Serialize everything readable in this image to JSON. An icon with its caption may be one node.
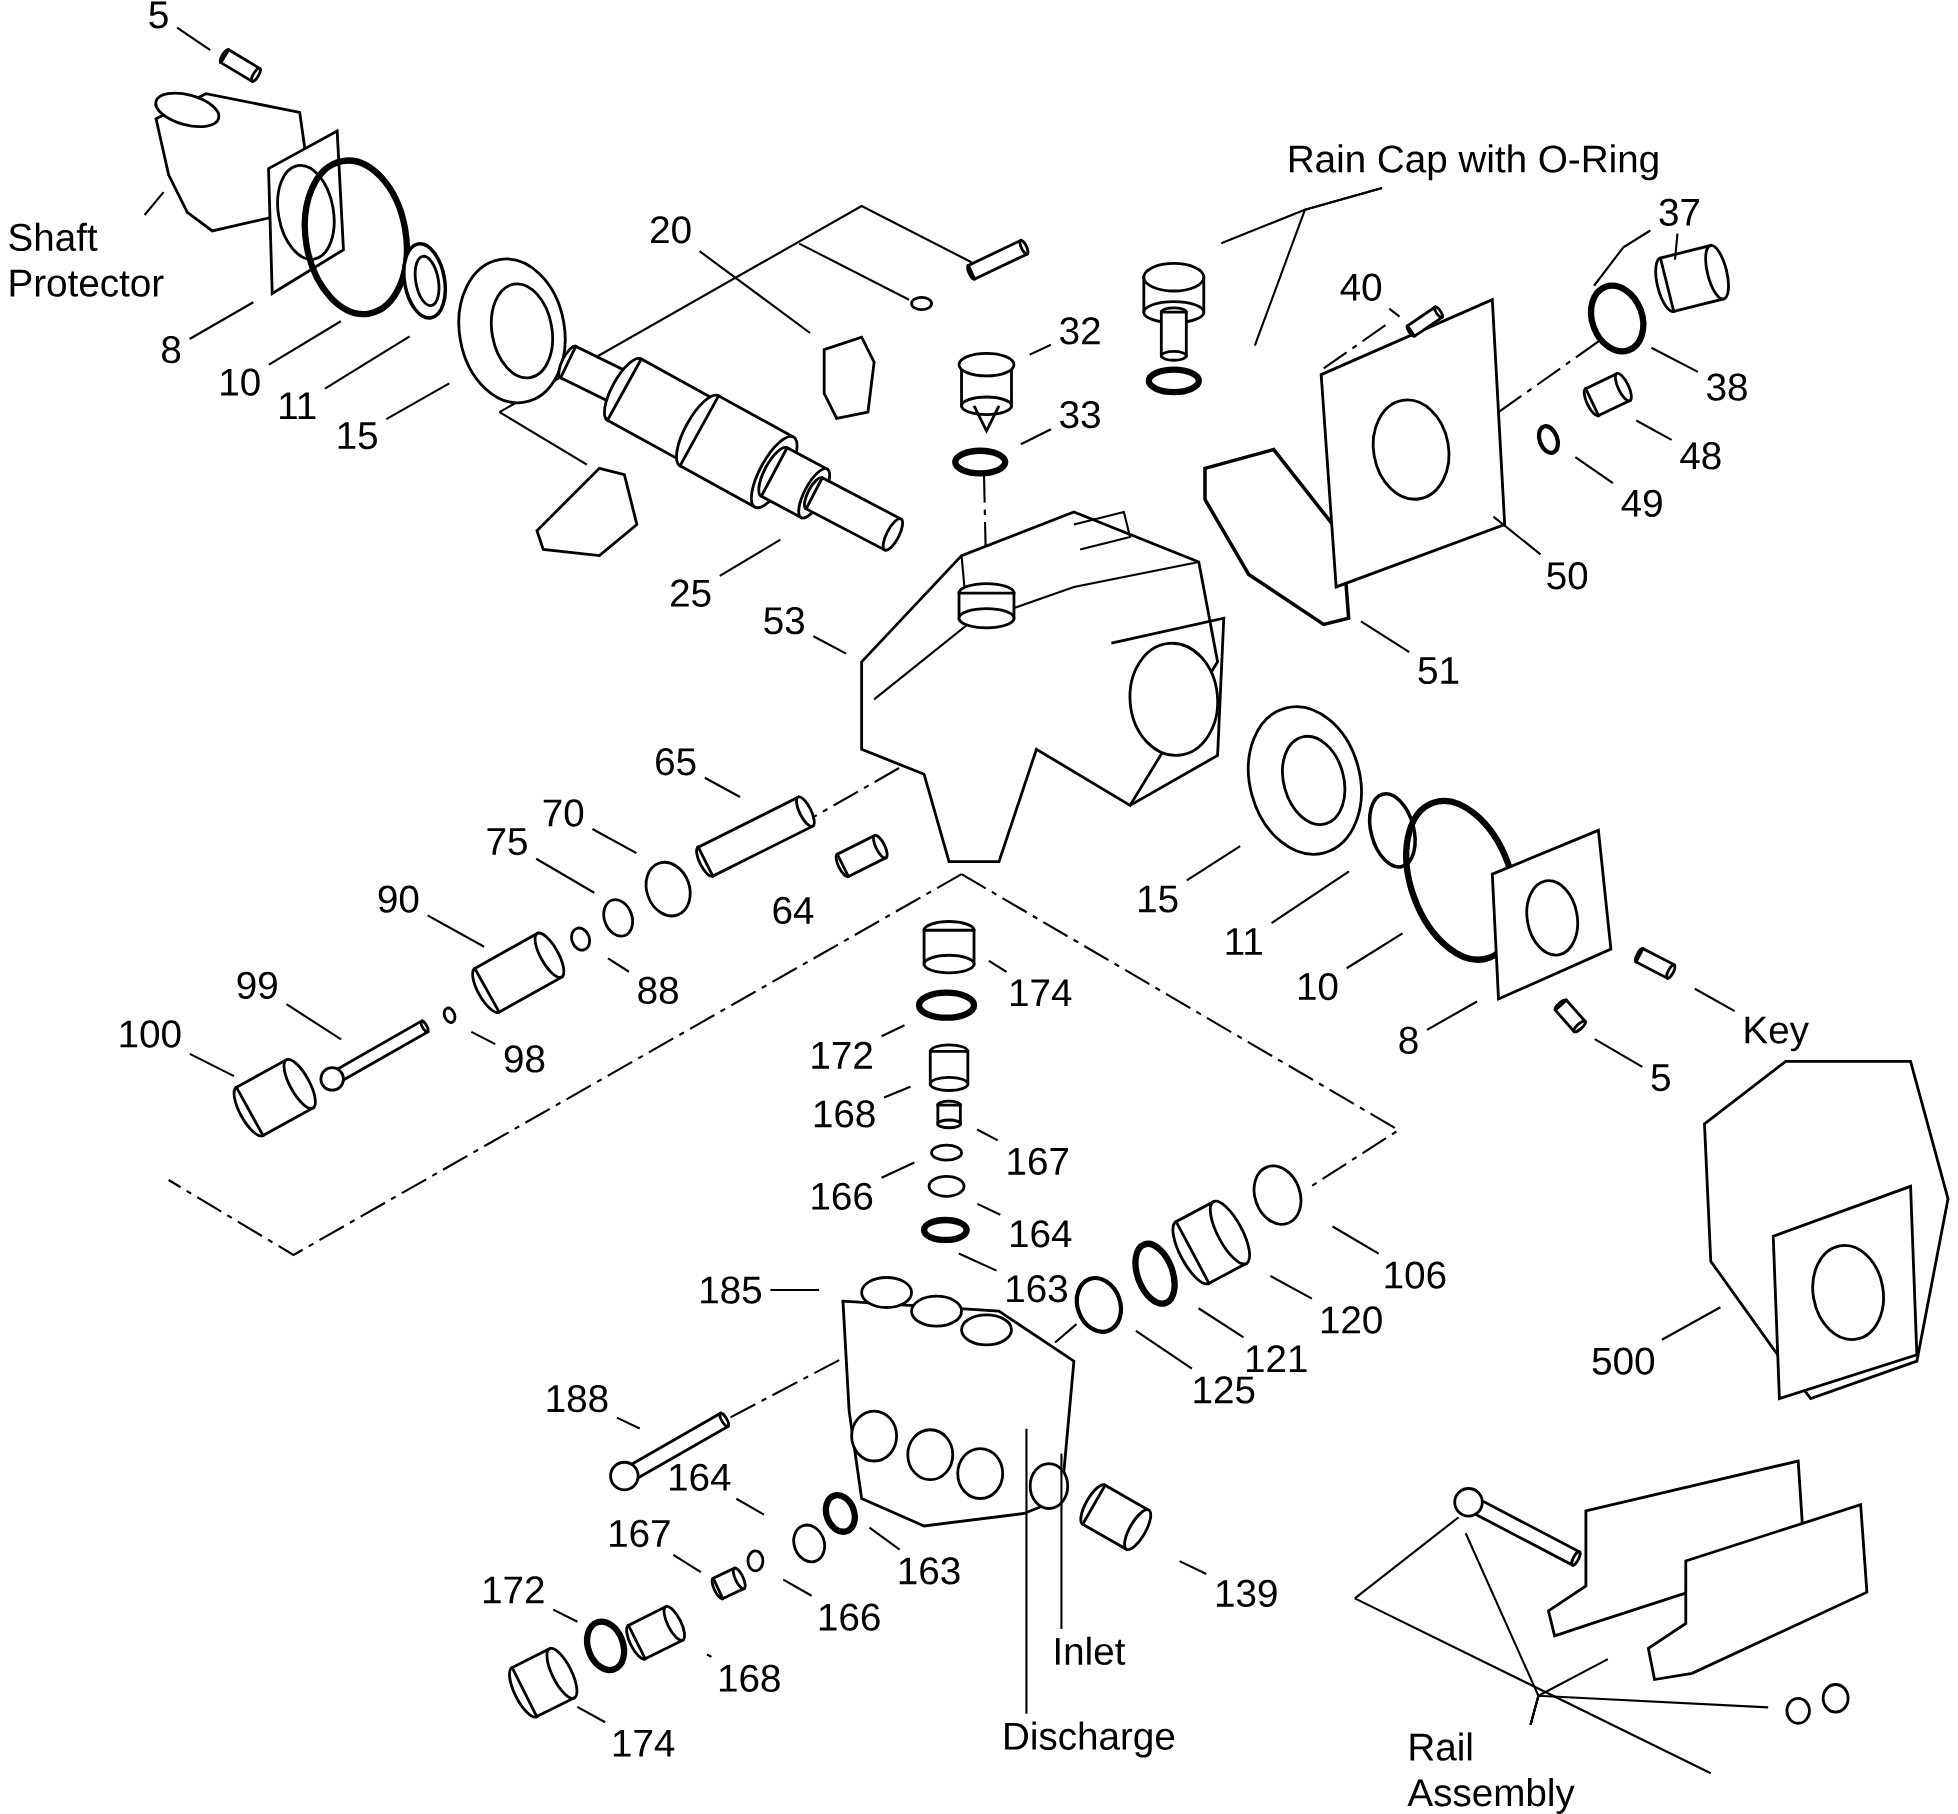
{
  "diagram": {
    "nodes": [
      {
        "text": [
          "5"
        ]
      },
      {
        "text": [
          "Shaft Protector"
        ]
      },
      {
        "text": [
          "8"
        ]
      },
      {
        "text": [
          "10"
        ]
      },
      {
        "text": [
          "11"
        ]
      },
      {
        "text": [
          "15"
        ]
      },
      {
        "text": [
          "20"
        ]
      },
      {
        "text": [
          "25"
        ]
      },
      {
        "text": [
          "32"
        ]
      },
      {
        "text": [
          "33"
        ]
      },
      {
        "text": [
          "Rain Cap with O-Ring"
        ]
      },
      {
        "text": [
          "37"
        ]
      },
      {
        "text": [
          "38"
        ]
      },
      {
        "text": [
          "40"
        ]
      },
      {
        "text": [
          "48"
        ]
      },
      {
        "text": [
          "49"
        ]
      },
      {
        "text": [
          "50"
        ]
      },
      {
        "text": [
          "51"
        ]
      },
      {
        "text": [
          "53"
        ]
      },
      {
        "text": [
          "65"
        ]
      },
      {
        "text": [
          "70"
        ]
      },
      {
        "text": [
          "75"
        ]
      },
      {
        "text": [
          "90"
        ]
      },
      {
        "text": [
          "88"
        ]
      },
      {
        "text": [
          "99"
        ]
      },
      {
        "text": [
          "98"
        ]
      },
      {
        "text": [
          "100"
        ]
      },
      {
        "text": [
          "174"
        ]
      },
      {
        "text": [
          "172"
        ]
      },
      {
        "text": [
          "168"
        ]
      },
      {
        "text": [
          "167"
        ]
      },
      {
        "text": [
          "166"
        ]
      },
      {
        "text": [
          "164"
        ]
      },
      {
        "text": [
          "163"
        ]
      },
      {
        "text": [
          "185"
        ]
      },
      {
        "text": [
          "188"
        ]
      },
      {
        "text": [
          "164"
        ]
      },
      {
        "text": [
          "167"
        ]
      },
      {
        "text": [
          "163"
        ]
      },
      {
        "text": [
          "166"
        ]
      },
      {
        "text": [
          "172"
        ]
      },
      {
        "text": [
          "168"
        ]
      },
      {
        "text": [
          "174"
        ]
      },
      {
        "text": [
          "139"
        ]
      },
      {
        "text": [
          "Inlet"
        ]
      },
      {
        "text": [
          "Discharge"
        ]
      },
      {
        "text": [
          "125"
        ]
      },
      {
        "text": [
          "121"
        ]
      },
      {
        "text": [
          "120"
        ]
      },
      {
        "text": [
          "106"
        ]
      },
      {
        "text": [
          "15"
        ]
      },
      {
        "text": [
          "11"
        ]
      },
      {
        "text": [
          "10"
        ]
      },
      {
        "text": [
          "8"
        ]
      },
      {
        "text": [
          "5"
        ]
      },
      {
        "text": [
          "Key"
        ]
      },
      {
        "text": [
          "500"
        ]
      },
      {
        "text": [
          "Rail Assembly"
        ]
      }
    ],
    "edges": [
      {
        "from": 0,
        "to": null,
        "arrow": "none"
      },
      {
        "from": 1,
        "to": null,
        "arrow": "none"
      },
      {
        "from": 2,
        "to": null,
        "arrow": "none"
      },
      {
        "from": 3,
        "to": null,
        "arrow": "none"
      },
      {
        "from": 4,
        "to": null,
        "arrow": "none"
      },
      {
        "from": 5,
        "to": null,
        "arrow": "none"
      },
      {
        "from": 6,
        "to": null,
        "arrow": "none"
      },
      {
        "from": 7,
        "to": null,
        "arrow": "none"
      },
      {
        "from": 8,
        "to": null,
        "arrow": "none"
      },
      {
        "from": 9,
        "to": null,
        "arrow": "none"
      },
      {
        "from": 10,
        "to": null,
        "arrow": "none"
      },
      {
        "from": 10,
        "to": null,
        "arrow": "none"
      },
      {
        "from": 11,
        "to": null,
        "arrow": "none"
      },
      {
        "from": 11,
        "to": null,
        "arrow": "none"
      },
      {
        "from": 12,
        "to": null,
        "arrow": "none"
      },
      {
        "from": 13,
        "to": null,
        "arrow": "none"
      },
      {
        "from": 14,
        "to": null,
        "arrow": "none"
      },
      {
        "from": 15,
        "to": null,
        "arrow": "none"
      },
      {
        "from": 16,
        "to": null,
        "arrow": "none"
      },
      {
        "from": 17,
        "to": null,
        "arrow": "none"
      },
      {
        "from": 18,
        "to": null,
        "arrow": "none"
      },
      {
        "from": 19,
        "to": null,
        "arrow": "none"
      },
      {
        "from": 20,
        "to": null,
        "arrow": "none"
      },
      {
        "from": 21,
        "to": null,
        "arrow": "none"
      },
      {
        "from": 22,
        "to": null,
        "arrow": "none"
      },
      {
        "from": 23,
        "to": null,
        "arrow": "none"
      },
      {
        "from": 24,
        "to": null,
        "arrow": "none"
      },
      {
        "from": 25,
        "to": null,
        "arrow": "none"
      },
      {
        "from": 26,
        "to": null,
        "arrow": "none"
      },
      {
        "from": 27,
        "to": null,
        "arrow": "none"
      },
      {
        "from": 28,
        "to": null,
        "arrow": "none"
      },
      {
        "from": 29,
        "to": null,
        "arrow": "none"
      },
      {
        "from": 30,
        "to": null,
        "arrow": "none"
      },
      {
        "from": 31,
        "to": null,
        "arrow": "none"
      },
      {
        "from": 32,
        "to": null,
        "arrow": "none"
      },
      {
        "from": 33,
        "to": null,
        "arrow": "none"
      },
      {
        "from": 34,
        "to": null,
        "arrow": "none"
      },
      {
        "from": 35,
        "to": null,
        "arrow": "none"
      },
      {
        "from": 36,
        "to": null,
        "arrow": "none"
      },
      {
        "from": 37,
        "to": null,
        "arrow": "none"
      },
      {
        "from": 38,
        "to": null,
        "arrow": "none"
      },
      {
        "from": 39,
        "to": null,
        "arrow": "none"
      },
      {
        "from": 40,
        "to": null,
        "arrow": "none"
      },
      {
        "from": 41,
        "to": null,
        "arrow": "none"
      },
      {
        "from": 42,
        "to": null,
        "arrow": "none"
      },
      {
        "from": 43,
        "to": null,
        "arrow": "none"
      },
      {
        "from": 44,
        "to": null,
        "arrow": "none"
      },
      {
        "from": 45,
        "to": null,
        "arrow": "none"
      },
      {
        "from": 46,
        "to": null,
        "arrow": "none"
      },
      {
        "from": 47,
        "to": null,
        "arrow": "none"
      },
      {
        "from": 48,
        "to": null,
        "arrow": "none"
      },
      {
        "from": 49,
        "to": null,
        "arrow": "none"
      },
      {
        "from": 50,
        "to": null,
        "arrow": "none"
      },
      {
        "from": 51,
        "to": null,
        "arrow": "none"
      },
      {
        "from": 52,
        "to": null,
        "arrow": "none"
      },
      {
        "from": 53,
        "to": null,
        "arrow": "none"
      },
      {
        "from": 54,
        "to": null,
        "arrow": "none"
      },
      {
        "from": 55,
        "to": null,
        "arrow": "none"
      },
      {
        "from": 56,
        "to": null,
        "arrow": "none"
      },
      {
        "from": 57,
        "to": null,
        "arrow": "none"
      },
      {
        "from": 57,
        "to": null,
        "arrow": "none"
      },
      {
        "from": 57,
        "to": null,
        "arrow": "none"
      }
    ],
    "labels": [
      "64"
    ]
  }
}
